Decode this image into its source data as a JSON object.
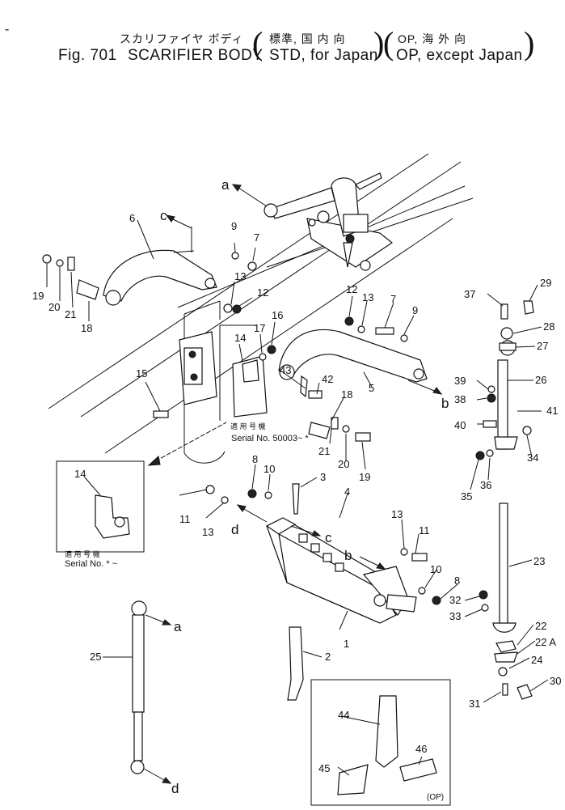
{
  "header": {
    "dash": "-",
    "jp_title": "スカリファイヤ ボディ",
    "jp_variant1": "標準, 国 内 向",
    "jp_variant2": "OP, 海   外   向",
    "fig_label": "Fig. 701",
    "en_title": "SCARIFIER BODY",
    "en_variant1": "STD, for Japan",
    "en_variant2": "OP, except Japan"
  },
  "callouts": {
    "n1": "1",
    "n2": "2",
    "n3": "3",
    "n4": "4",
    "n5": "5",
    "n6": "6",
    "n7a": "7",
    "n7b": "7",
    "n8a": "8",
    "n8b": "8",
    "n9a": "9",
    "n9b": "9",
    "n10a": "10",
    "n10b": "10",
    "n11a": "11",
    "n11b": "11",
    "n12a": "12",
    "n12b": "12",
    "n13a": "13",
    "n13b": "13",
    "n13c": "13",
    "n13d": "13",
    "n14a": "14",
    "n14b": "14",
    "n15": "15",
    "n16": "16",
    "n17": "17",
    "n18a": "18",
    "n18b": "18",
    "n19a": "19",
    "n19b": "19",
    "n20a": "20",
    "n20b": "20",
    "n21a": "21",
    "n21b": "21",
    "n22": "22",
    "n22a": "22 A",
    "n23": "23",
    "n24": "24",
    "n25": "25",
    "n26": "26",
    "n27": "27",
    "n28": "28",
    "n29": "29",
    "n30": "30",
    "n31": "31",
    "n32": "32",
    "n33": "33",
    "n34": "34",
    "n35": "35",
    "n36": "36",
    "n37": "37",
    "n38": "38",
    "n39": "39",
    "n40": "40",
    "n41": "41",
    "n42": "42",
    "n43": "43",
    "n44": "44",
    "n45": "45",
    "n46": "46"
  },
  "letters": {
    "a1": "a",
    "a2": "a",
    "b1": "b",
    "b2": "b",
    "c1": "c",
    "c2": "c",
    "d1": "d",
    "d2": "d"
  },
  "notes": {
    "serial_jp1": "適 用 号 機",
    "serial_1": "Serial  No.  50003~ *",
    "serial_jp2": "適 用 号 機",
    "serial_2": "Serial  No.  * ~",
    "op": "(OP)"
  }
}
